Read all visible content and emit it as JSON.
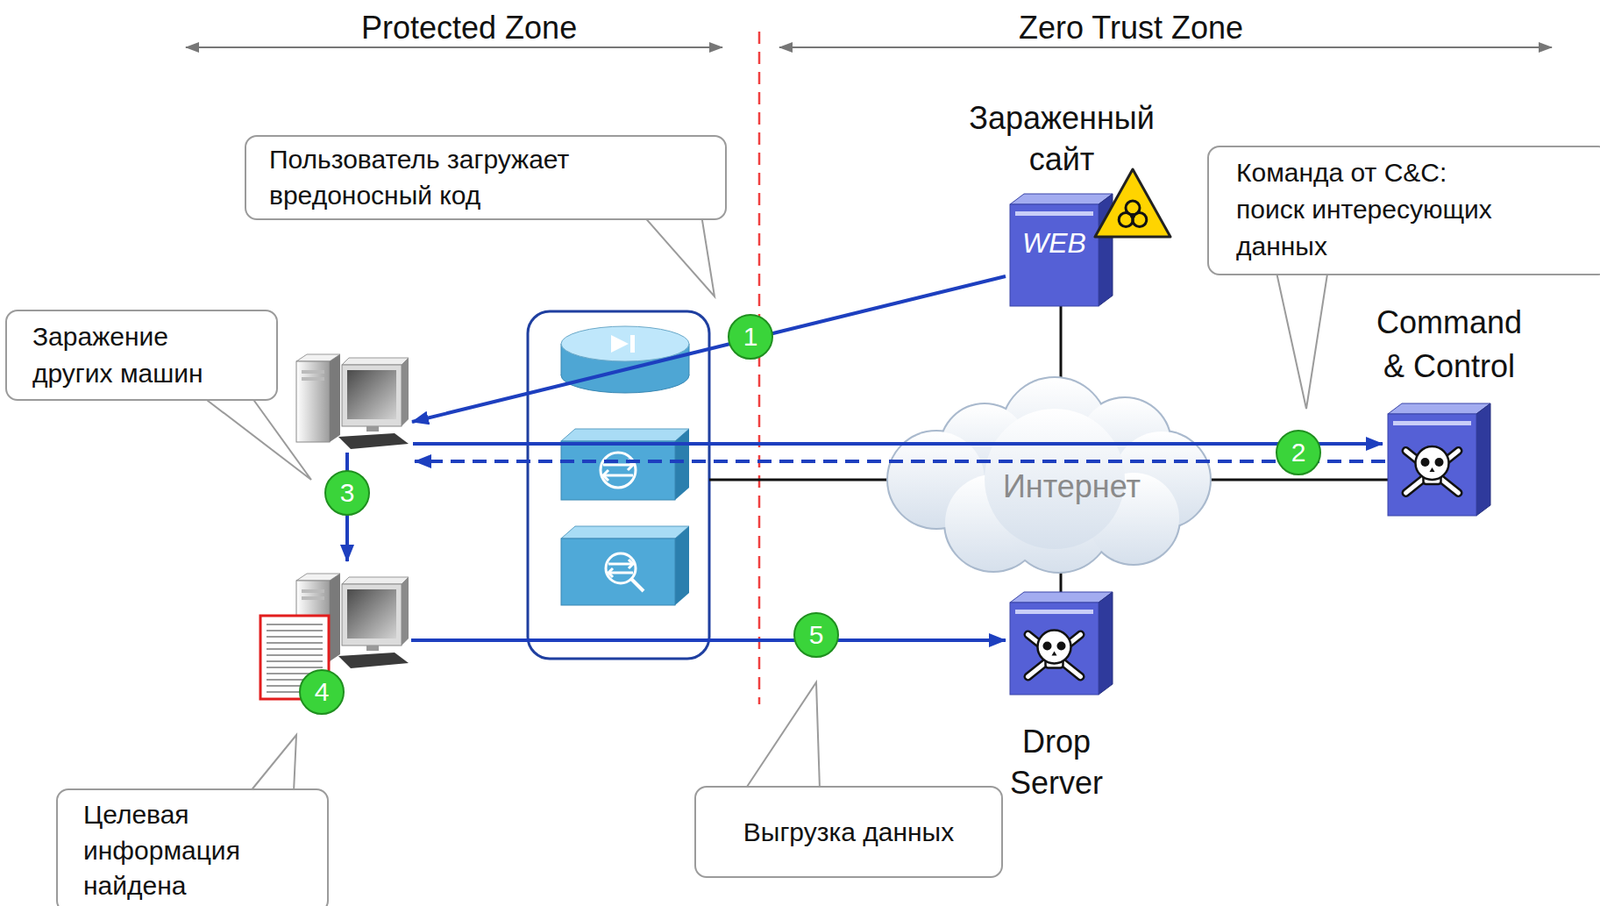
{
  "diagram": {
    "nodes": [
      {
        "text": [
          "Пользователь загружает вредоносный код"
        ]
      },
      {
        "text": [
          "Зараженный сайт",
          "WEB"
        ]
      },
      {
        "text": [
          "Команда от C&C: поиск интересующих данных"
        ]
      },
      {
        "text": [
          "Заражение других машин"
        ]
      },
      {
        "text": [
          "Command & Control"
        ]
      },
      {
        "text": [
          "Интернет"
        ]
      },
      {
        "text": [
          "Drop Server"
        ]
      },
      {
        "text": [
          "Целевая информация найдена"
        ]
      },
      {
        "text": [
          "Выгрузка данных"
        ]
      }
    ],
    "edges": [
      {
        "from": 1,
        "to": 5,
        "arrow": "none"
      },
      {
        "from": 5,
        "to": 4,
        "arrow": "none"
      },
      {
        "from": 5,
        "to": 6,
        "arrow": "none"
      }
    ],
    "labels": [
      "Protected Zone",
      "Zero Trust Zone",
      "1",
      "2",
      "3",
      "4",
      "5"
    ]
  }
}
